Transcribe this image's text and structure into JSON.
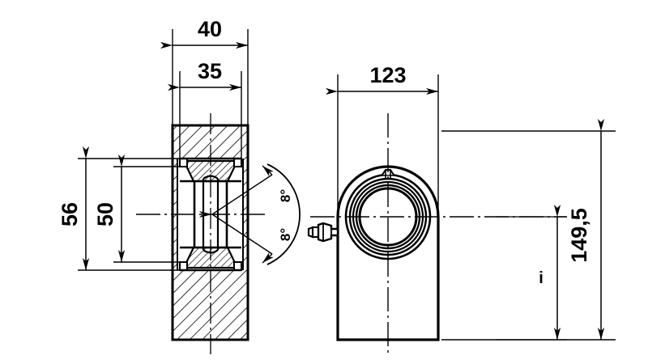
{
  "drawing": {
    "title": "Rod End Bearing / Hydraulic Cylinder Eye Technical Drawing",
    "type": "engineering-drawing",
    "units": "mm",
    "background_color": "#ffffff",
    "line_color": "#000000",
    "views": [
      {
        "name": "section-view",
        "description": "Left sectional side view through bearing axis"
      },
      {
        "name": "front-view",
        "description": "Right front elevation view of bearing housing"
      }
    ],
    "dimensions": {
      "width_overall": "40",
      "width_inner": "35",
      "height_outer_bore": "56",
      "height_inner_bore": "50",
      "body_width": "123",
      "body_height": "149,5",
      "angle_upper": "8°",
      "angle_lower": "8°",
      "inner_height_label": "i"
    },
    "labels": {
      "d40": "40",
      "d35": "35",
      "d56": "56",
      "d50": "50",
      "d123": "123",
      "d1495": "149,5",
      "angle_top": "8°",
      "angle_bottom": "8°",
      "marker_i": "i"
    },
    "colors": {
      "stroke": "#000000",
      "fill": "#ffffff",
      "hatch": "#000000"
    }
  }
}
